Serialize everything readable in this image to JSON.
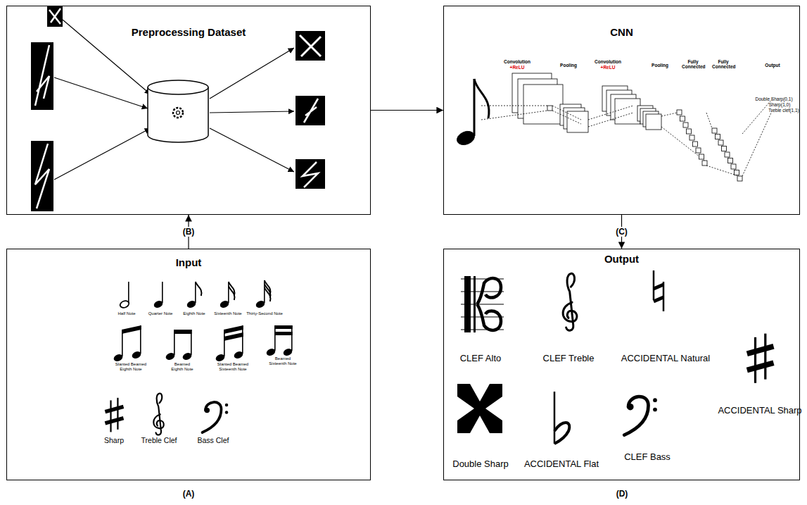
{
  "diagram": {
    "nodes": [
      {
        "text": [
          "Preprocessing Dataset"
        ]
      },
      {
        "text": [
          "CNN"
        ]
      },
      {
        "text": [
          "Input"
        ]
      },
      {
        "text": [
          "Output"
        ]
      }
    ],
    "edges": [
      {
        "from": 2,
        "to": 0,
        "arrow": "to",
        "label": "(B)"
      },
      {
        "from": 0,
        "to": 1,
        "arrow": "to"
      },
      {
        "from": 1,
        "to": 3,
        "arrow": "to",
        "label": "(C)"
      }
    ],
    "labels": [
      "Convolution",
      "+ReLU",
      "Pooling",
      "Convolution",
      "+ReLU",
      "Pooling",
      "Fully Connected",
      "Fully Connected",
      "Output",
      "Double Sharp(0,1)",
      "Sharp(1,0)",
      "Treble clef(1,1)",
      "Half Note",
      "Quarter Note",
      "Eighth Note",
      "Sixteenth Note",
      "Thirty-Second Note",
      "Slanted Beamed Eighth Note",
      "Beamed Eighth Note",
      "Slanted Beamed Sixteenth Note",
      "Beamed Sixteenth Note",
      "Sharp",
      "Treble Clef",
      "Bass Clef",
      "CLEF Alto",
      "CLEF Treble",
      "ACCIDENTAL Natural",
      "Double Sharp",
      "ACCIDENTAL Flat",
      "CLEF Bass",
      "ACCIDENTAL Sharp",
      "(A)",
      "(D)"
    ]
  }
}
